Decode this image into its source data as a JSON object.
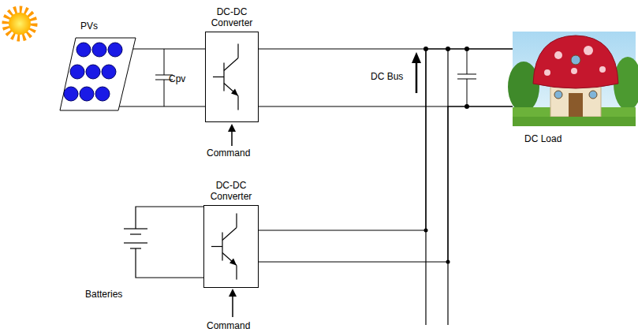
{
  "diagram": {
    "nodes": [
      {
        "text": [
          "PVs"
        ]
      },
      {
        "text": [
          "DC-DC Converter"
        ]
      },
      {
        "text": [
          "DC Load"
        ]
      },
      {
        "text": [
          "Batteries"
        ]
      },
      {
        "text": [
          "DC-DC Converter"
        ]
      }
    ],
    "edges": [
      {
        "from": 0,
        "to": 1,
        "arrow": "none"
      },
      {
        "from": 1,
        "to": 2,
        "arrow": "none"
      },
      {
        "from": 3,
        "to": 4,
        "arrow": "none"
      },
      {
        "from": 4,
        "to": 2,
        "arrow": "none"
      }
    ],
    "labels": [
      "Cpv",
      "Command",
      "DC Bus",
      "Command"
    ]
  }
}
